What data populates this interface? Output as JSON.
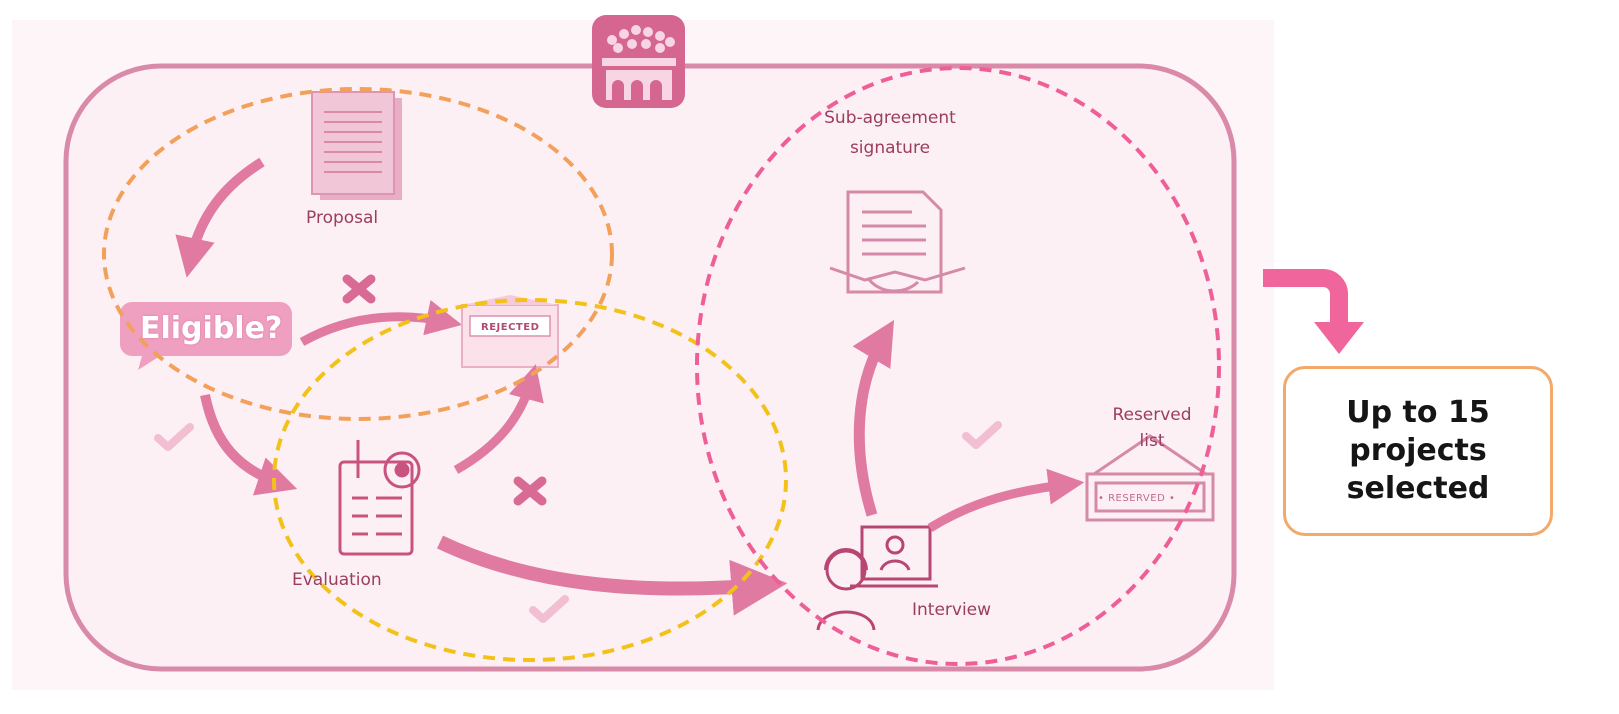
{
  "diagram": {
    "nodes": {
      "proposal": "Proposal",
      "eligible": "Eligible?",
      "rejected": "REJECTED",
      "evaluation": "Evaluation",
      "sub_agreement": "Sub-agreement\nsignature",
      "interview": "Interview",
      "reserved_list": "Reserved\nlist",
      "reserved_sign": "• RESERVED •"
    },
    "result": {
      "text": "Up to 15\nprojects\nselected"
    },
    "colors": {
      "frame": "#d88aa8",
      "arrow": "#e07aa0",
      "orange_dash": "#f2a05a",
      "yellow_dash": "#f2c21b",
      "pink_dash": "#ee5f97",
      "result_arrow": "#f0659c",
      "result_border": "#f2a96a"
    }
  }
}
